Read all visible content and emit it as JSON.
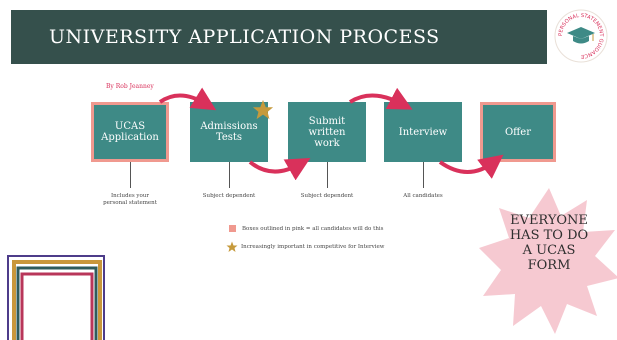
{
  "header": {
    "title": "UNIVERSITY APPLICATION PROCESS"
  },
  "logo": {
    "ring_text": "PERSONAL STATEMENT GUIDANCE",
    "icon": "graduation-cap-icon"
  },
  "byline": "By Rob Jeanney",
  "steps": [
    {
      "label": "UCAS\nApplication",
      "highlight": true,
      "note": "Includes your\npersonal statement"
    },
    {
      "label": "Admissions\nTests",
      "highlight": false,
      "note": "Subject dependent",
      "starred": true
    },
    {
      "label": "Submit\nwritten\nwork",
      "highlight": false,
      "note": "Subject dependent"
    },
    {
      "label": "Interview",
      "highlight": false,
      "note": "All candidates"
    },
    {
      "label": "Offer",
      "highlight": true,
      "note": ""
    }
  ],
  "legend": {
    "pink_box": "Boxes outlined in pink = all candidates will do this",
    "star": "Increasingly important in competitive for Interview"
  },
  "callout": {
    "text": "EVERYONE\nHAS TO DO\nA UCAS\nFORM"
  },
  "colors": {
    "header": "#35504c",
    "box": "#3e8a86",
    "pink": "#f0998f",
    "arrow": "#d9315b",
    "star": "#c69a3c"
  }
}
